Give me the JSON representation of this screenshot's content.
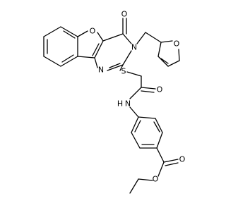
{
  "molecule": {
    "atom_labels": {
      "O_furan_core": "O",
      "O_carbonyl_top": "O",
      "N_ring_3": "N",
      "O_furylmethyl": "O",
      "N_ring_1": "N",
      "S_thioether": "S",
      "O_amide": "O",
      "N_amide": "N",
      "H_amide": "H",
      "O_ester_carbonyl": "O",
      "O_ester": "O"
    }
  }
}
